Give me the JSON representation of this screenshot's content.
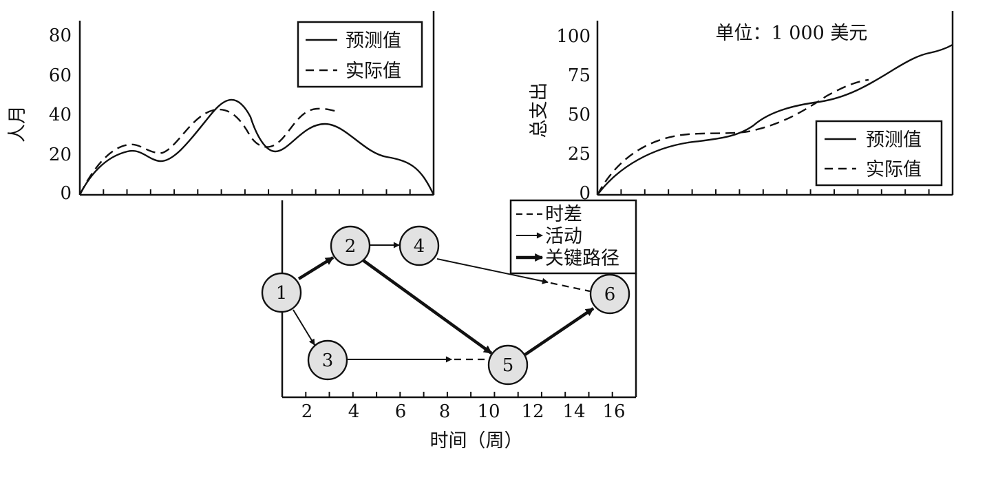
{
  "manpower_chart": {
    "ylabel": "人月",
    "yticks": [
      0,
      20,
      40,
      60,
      80
    ],
    "ylim": [
      0,
      88
    ],
    "legend": [
      {
        "label": "预测值",
        "style": "solid"
      },
      {
        "label": "实际值",
        "style": "dashed"
      }
    ]
  },
  "cost_chart": {
    "ylabel": "总支出",
    "unit_note": "单位：1 000 美元",
    "yticks": [
      0,
      25,
      50,
      75,
      100
    ],
    "ylim": [
      0,
      110
    ],
    "legend": [
      {
        "label": "预测值",
        "style": "solid"
      },
      {
        "label": "实际值",
        "style": "dashed"
      }
    ]
  },
  "network": {
    "xlabel": "时间（周）",
    "xticks": [
      2,
      4,
      6,
      8,
      10,
      12,
      14,
      16
    ],
    "legend": [
      {
        "label": "时差",
        "style": "dashed"
      },
      {
        "label": "活动",
        "style": "arrow"
      },
      {
        "label": "关键路径",
        "style": "bold-arrow"
      }
    ],
    "nodes": [
      {
        "id": "1",
        "label": "1"
      },
      {
        "id": "2",
        "label": "2"
      },
      {
        "id": "3",
        "label": "3"
      },
      {
        "id": "4",
        "label": "4"
      },
      {
        "id": "5",
        "label": "5"
      },
      {
        "id": "6",
        "label": "6"
      }
    ],
    "edges": [
      {
        "from": "1",
        "to": "2",
        "type": "critical"
      },
      {
        "from": "1",
        "to": "3",
        "type": "activity"
      },
      {
        "from": "2",
        "to": "4",
        "type": "activity"
      },
      {
        "from": "2",
        "to": "5",
        "type": "critical"
      },
      {
        "from": "3",
        "to": "5",
        "type": "activity",
        "slack": true
      },
      {
        "from": "4",
        "to": "6",
        "type": "activity",
        "slack": true
      },
      {
        "from": "5",
        "to": "6",
        "type": "critical"
      }
    ]
  },
  "colors": {
    "node_fill": "#e2e2e2",
    "stroke": "#111111"
  }
}
